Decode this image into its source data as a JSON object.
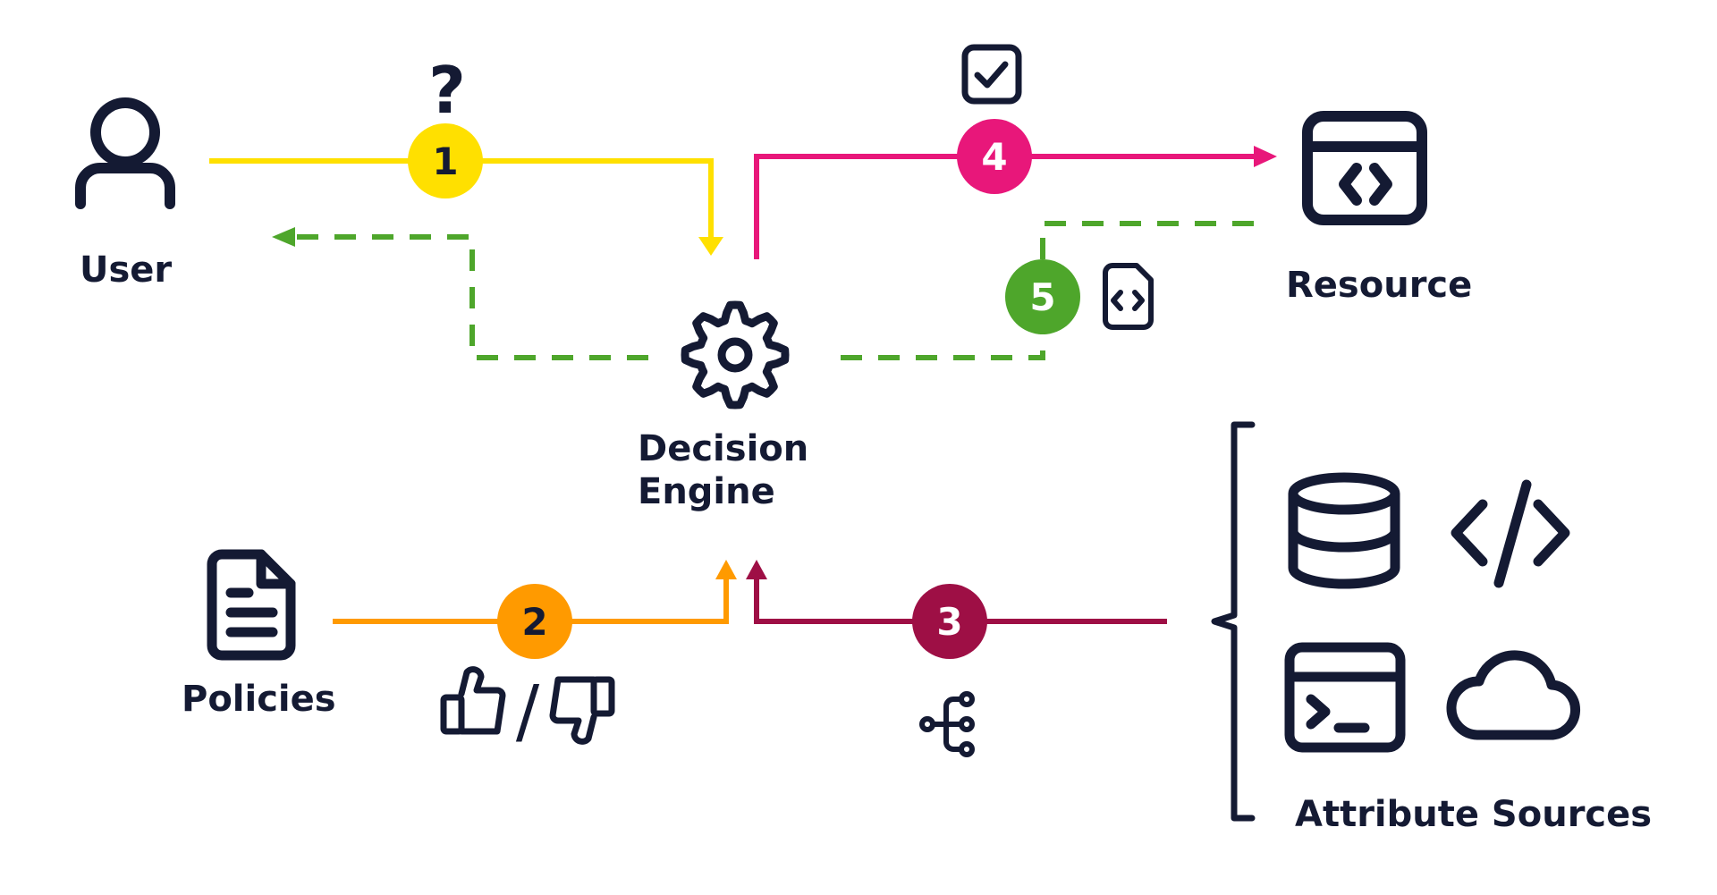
{
  "labels": {
    "user": "User",
    "resource": "Resource",
    "engine_line1": "Decision",
    "engine_line2": "Engine",
    "policies": "Policies",
    "sources": "Attribute Sources"
  },
  "steps": [
    {
      "num": "1",
      "color": "#ffe000"
    },
    {
      "num": "2",
      "color": "#ff9a00"
    },
    {
      "num": "3",
      "color": "#9e0f45"
    },
    {
      "num": "4",
      "color": "#e8177a"
    },
    {
      "num": "5",
      "color": "#4ea62b"
    }
  ],
  "symbols": {
    "question": "?",
    "slash": "/"
  },
  "icons": [
    "user-icon",
    "question-icon",
    "checkbox-icon",
    "resource-window-icon",
    "gear-icon",
    "code-file-icon",
    "policy-document-icon",
    "thumbs-up-icon",
    "thumbs-down-icon",
    "branch-icon",
    "database-icon",
    "code-tags-icon",
    "terminal-window-icon",
    "cloud-icon"
  ],
  "colors": {
    "ink": "#141a33",
    "request": "#ffe000",
    "policy": "#ff9a00",
    "attributes": "#9e0f45",
    "allow": "#e8177a",
    "response": "#4ea62b"
  }
}
